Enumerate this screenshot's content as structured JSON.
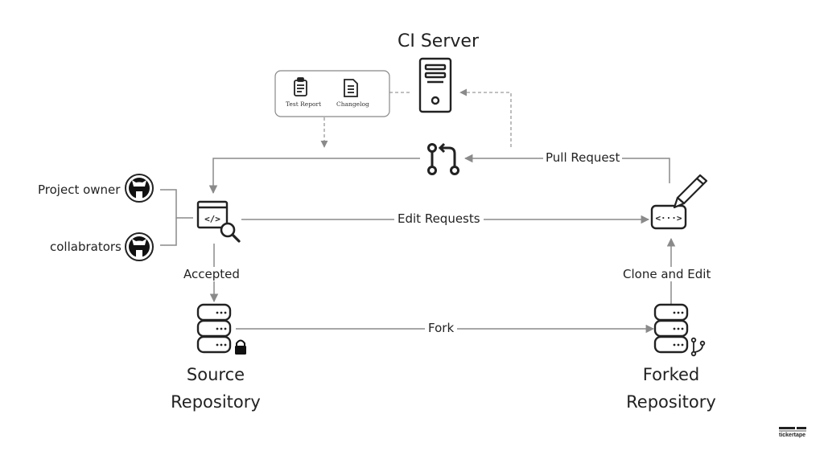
{
  "title": "CI Server",
  "artifacts": {
    "test_report": "Test Report",
    "changelog": "Changelog"
  },
  "edges": {
    "pull_request": "Pull Request",
    "edit_requests": "Edit Requests",
    "accepted": "Accepted",
    "clone_and_edit": "Clone and Edit",
    "fork": "Fork"
  },
  "actors": {
    "owner": "Project owner",
    "collaborators": "collabrators"
  },
  "repos": {
    "source_line1": "Source",
    "source_line2": "Repository",
    "forked_line1": "Forked",
    "forked_line2": "Repository"
  },
  "brand": "tickertape",
  "icons": [
    "server-icon",
    "clipboard-icon",
    "document-icon",
    "pull-request-icon",
    "github-icon",
    "code-search-icon",
    "code-edit-icon",
    "pencil-icon",
    "database-icon",
    "lock-icon",
    "branch-icon"
  ],
  "colors": {
    "stroke": "#222222",
    "connector": "#8a8a8a",
    "dashed": "#9a9a9a",
    "text": "#222222"
  }
}
